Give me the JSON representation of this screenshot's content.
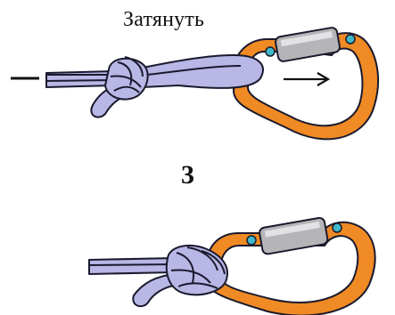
{
  "caption": "Затянуть",
  "step_number": "3",
  "colors": {
    "rope": "#b9b7e6",
    "rope_outline": "#1a1a2e",
    "carabiner": "#f08a24",
    "sleeve": "#b5b5b8",
    "rivet": "#3fb9c9",
    "line": "#111111"
  },
  "icons": {
    "top": "knot-on-carabiner-loose",
    "bottom": "knot-on-carabiner-tight",
    "arrow": "arrow-right-icon"
  }
}
